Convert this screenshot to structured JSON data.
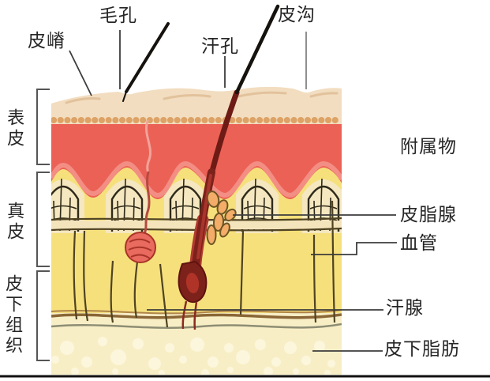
{
  "labels": {
    "top": {
      "pi_ji": "皮嵴",
      "mao_kong": "毛孔",
      "han_kong": "汗孔",
      "pi_gou": "皮沟"
    },
    "left": {
      "biao_pi": "表皮",
      "zhen_pi": "真皮",
      "pi_xia_zu_zhi": "皮下组织"
    },
    "right": {
      "fu_shu_wu": "附属物",
      "pi_zhi_xian": "皮脂腺",
      "xue_guan": "血管",
      "han_xian": "汗腺",
      "pi_xia_zhi_fang": "皮下脂肪"
    }
  },
  "colors": {
    "background": "#ffffff",
    "surface_cream": "#f2ddc0",
    "granular_bead": "#dda265",
    "epidermis_red": "#ec6156",
    "epidermis_red_light": "#f4968c",
    "dermis_yellow": "#f6e07c",
    "papilla_cream": "#f5e7c0",
    "vessel_band_cream": "#f4e4bc",
    "subcutis_pale": "#f8eec6",
    "fat_cell": "#fcf6dc",
    "vessel_brown": "#4f4322",
    "boundary_brown": "#8a6636",
    "boundary_gray": "#8d8d74",
    "hair_black": "#16120e",
    "follicle_dark_red": "#7d211b",
    "follicle_mid_red": "#b23a30",
    "sebaceous_orange": "#f3ad69",
    "sweat_coil_red": "#e96a5e",
    "leader_dark": "#3c3c3c",
    "leader_gray": "#8f8f8f",
    "bracket_gray": "#555555",
    "text_color": "#262626",
    "baseline_black": "#111111"
  }
}
